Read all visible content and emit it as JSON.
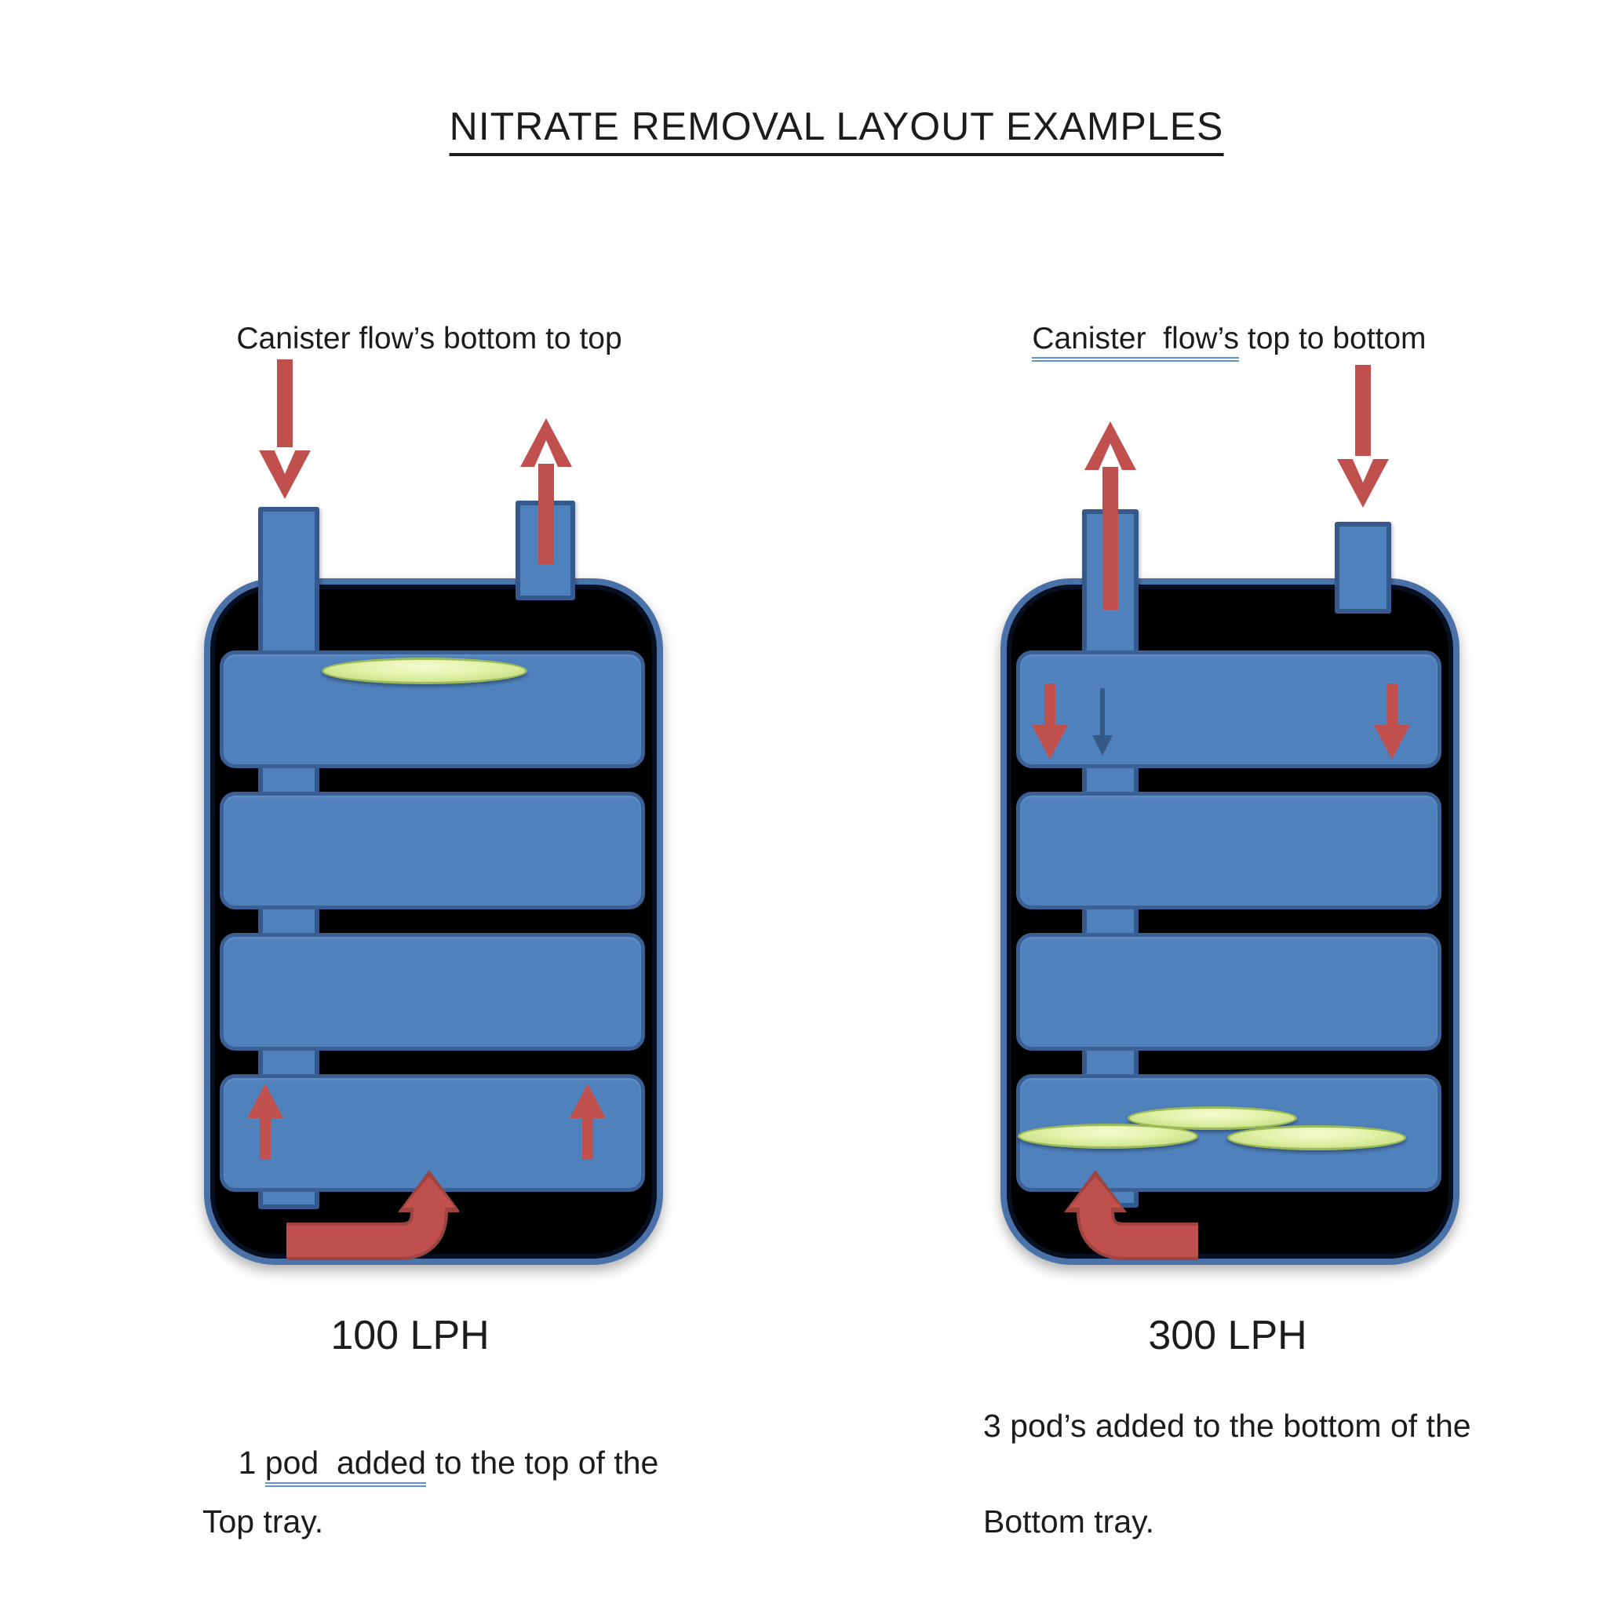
{
  "title": "NITRATE REMOVAL LAYOUT EXAMPLES",
  "left_diagram": {
    "heading": "Canister flow’s bottom to top",
    "flow_rate": "100 LPH",
    "caption": {
      "line1_prefix": "1 ",
      "line1_underlined": "pod  added",
      "line1_suffix": " to the top of the",
      "line2": "Top tray."
    },
    "pod_count": 1,
    "flow_direction": "bottom to top"
  },
  "right_diagram": {
    "heading_underlined": "Canister  flow’s",
    "heading_suffix": " top to bottom",
    "flow_rate": "300 LPH",
    "caption": {
      "line1": "3 pod’s added to the bottom of the",
      "line2": "Bottom tray."
    },
    "pod_count": 3,
    "flow_direction": "top to bottom"
  },
  "icons": {
    "down_arrow": "flow-arrow-down-icon",
    "up_arrow": "flow-arrow-up-icon",
    "elbow_arrow": "flow-elbow-arrow-icon",
    "pod": "nitrate-pod"
  },
  "colors": {
    "tray_blue": "#4f81bd",
    "tray_border": "#3b6095",
    "canister_border": "#4a72a8",
    "canister_fill": "#000000",
    "arrow_red": "#c0504d",
    "pod_green": "#dcefa0",
    "grammar_underline_blue": "#5b93d5",
    "text": "#1c1c1c",
    "background": "#ffffff"
  }
}
